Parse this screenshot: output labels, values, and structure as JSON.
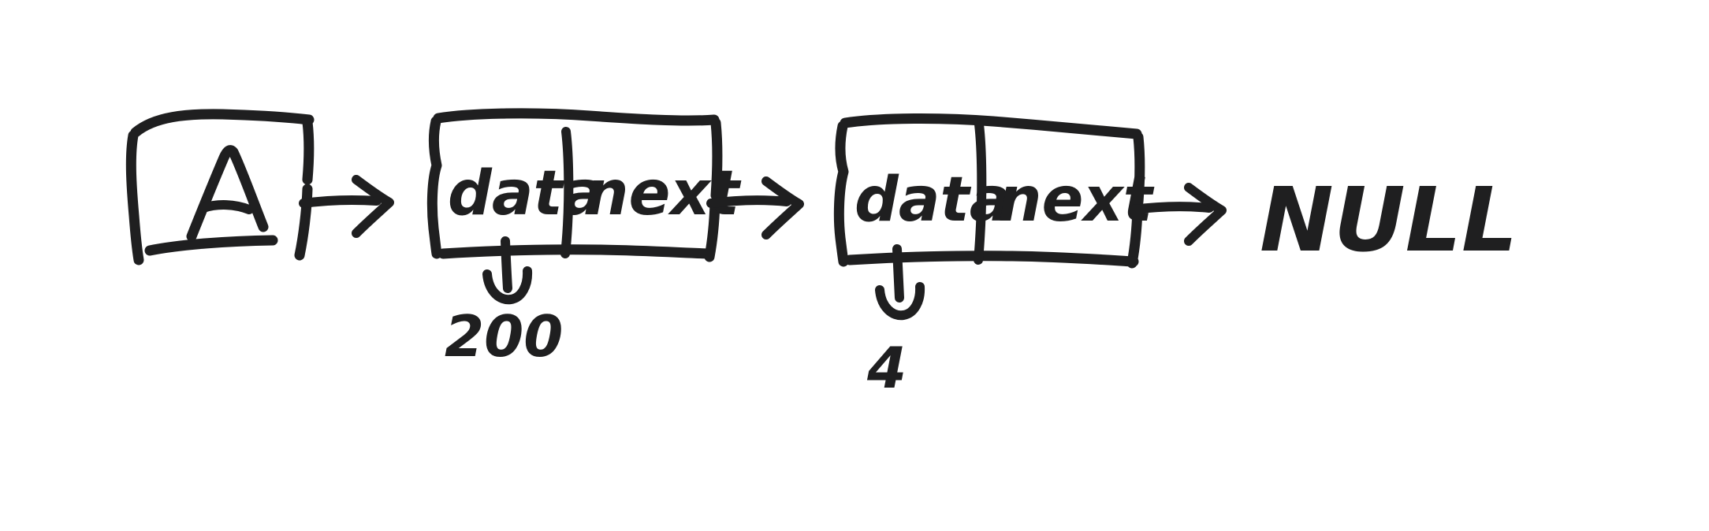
{
  "diagram": {
    "title": "Linked list pointer sketch",
    "style": "hand-drawn whiteboard sketch",
    "background_color": "#ffffff",
    "ink_color": "#1f1f20"
  },
  "pointer_box": {
    "label": "A",
    "name": "head-pointer-variable"
  },
  "nodes": [
    {
      "index": 0,
      "data_label": "data",
      "next_label": "next",
      "data_value": "200",
      "value_annotation_arrow": "down-curved-arrow"
    },
    {
      "index": 1,
      "data_label": "data",
      "next_label": "next",
      "data_value": "4",
      "value_annotation_arrow": "down-curved-arrow"
    }
  ],
  "terminator": {
    "label": "NULL"
  },
  "arrows": [
    {
      "from": "pointer-box-A",
      "to": "node-0",
      "glyph": "right-arrow"
    },
    {
      "from": "node-0-next",
      "to": "node-1",
      "glyph": "right-arrow"
    },
    {
      "from": "node-1-next",
      "to": "terminator-null",
      "glyph": "right-arrow"
    }
  ]
}
